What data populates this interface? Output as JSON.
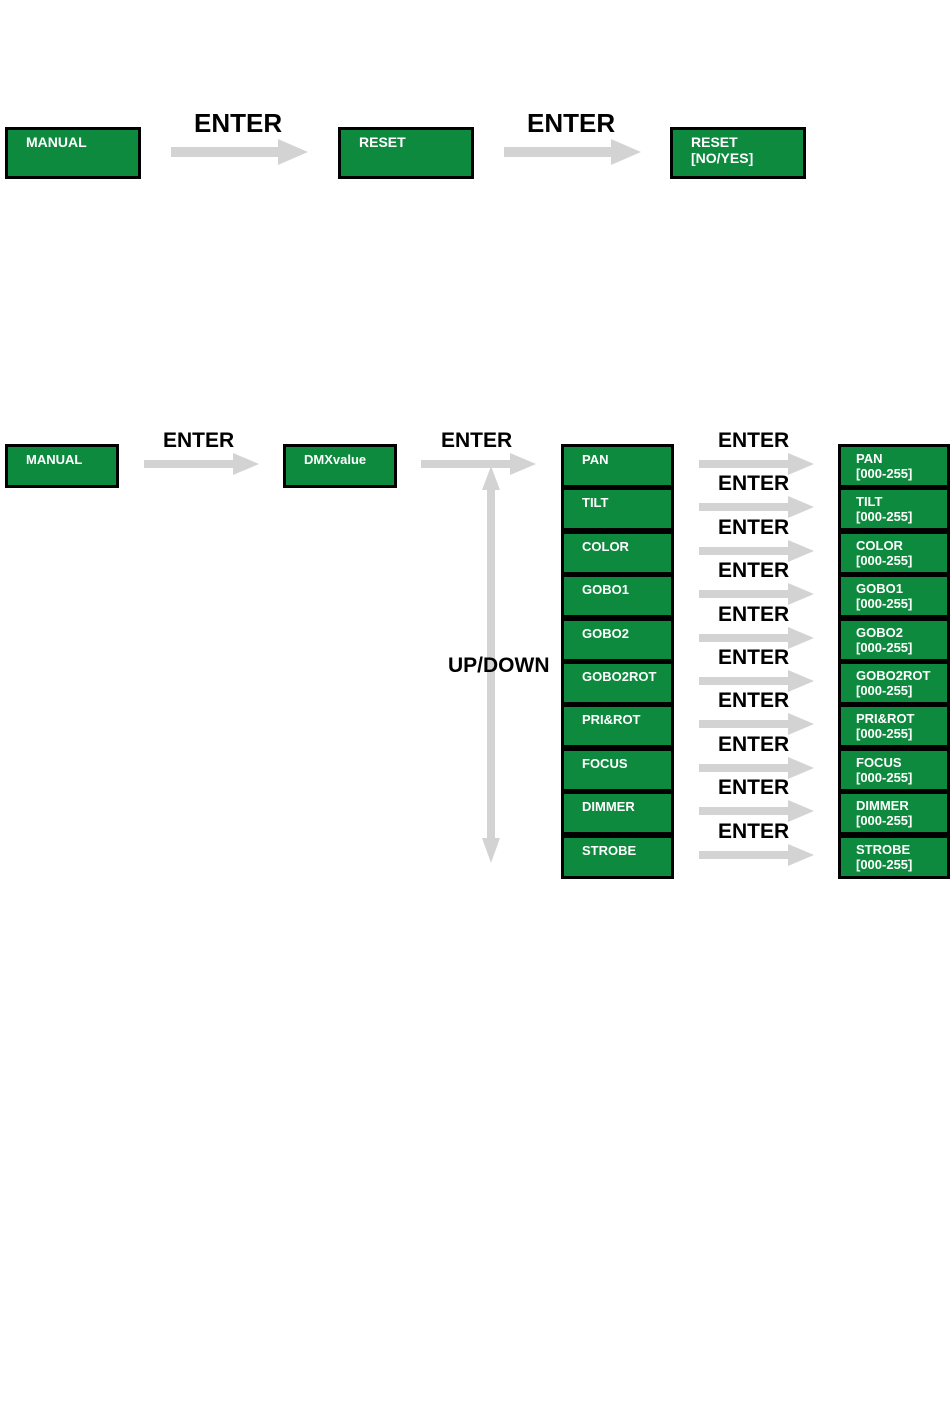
{
  "colors": {
    "box_fill": "#0e8a3e",
    "box_border": "#000000",
    "box_text": "#ffffff",
    "arrow": "#d3d3d3"
  },
  "reset_flow": {
    "step1": "MANUAL",
    "arrow1": "ENTER",
    "step2": "RESET",
    "arrow2": "ENTER",
    "step3_line1": "RESET",
    "step3_line2": "[NO/YES]"
  },
  "dmx_flow": {
    "step1": "MANUAL",
    "arrow1": "ENTER",
    "step2": "DMXvalue",
    "arrow2": "ENTER",
    "nav_label": "UP/DOWN",
    "row_arrow_label": "ENTER",
    "range": "[000-255]",
    "channels": [
      "PAN",
      "TILT",
      "COLOR",
      "GOBO1",
      "GOBO2",
      "GOBO2ROT",
      "PRI&ROT",
      "FOCUS",
      "DIMMER",
      "STROBE"
    ]
  }
}
